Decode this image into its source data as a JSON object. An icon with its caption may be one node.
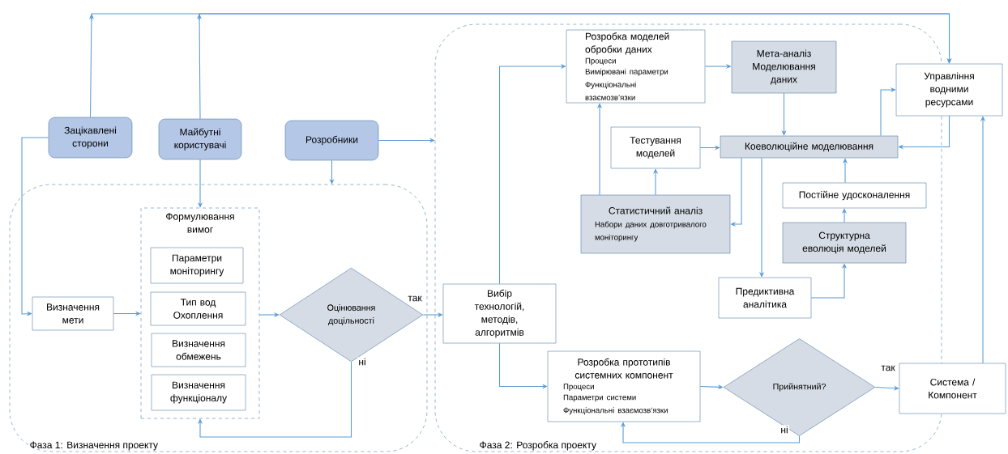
{
  "diagram": {
    "nodes": [
      {
        "text": [
          "Зацікавлені сторони"
        ]
      },
      {
        "text": [
          "Майбутні користувачі"
        ]
      },
      {
        "text": [
          "Розробники"
        ]
      },
      {
        "text": [
          "Фаза 1: Визначення проекту"
        ]
      },
      {
        "text": [
          "Визначення мети"
        ],
        "in": 3
      },
      {
        "text": [
          "Формулювання вимог"
        ],
        "in": 3
      },
      {
        "text": [
          "Параметри моніторингу"
        ],
        "in": 5
      },
      {
        "text": [
          "Тип вод Охоплення"
        ],
        "in": 5
      },
      {
        "text": [
          "Визначення обмежень"
        ],
        "in": 5
      },
      {
        "text": [
          "Визначення функціоналу"
        ],
        "in": 5
      },
      {
        "text": [
          "Оцінювання доцільності"
        ],
        "in": 3
      },
      {
        "text": [
          "Фаза 2: Розробка проекту"
        ]
      },
      {
        "text": [
          "Вибір технологій, методів, алгоритмів"
        ],
        "in": 11
      },
      {
        "text": [
          "Розробка моделей обробки даних",
          "Процеси",
          "Вимірювані параметри",
          "Функціональні взаємозв’язки"
        ],
        "in": 11
      },
      {
        "text": [
          "Мета-аналіз Моделювання даних"
        ],
        "in": 11
      },
      {
        "text": [
          "Управління водними ресурсами"
        ]
      },
      {
        "text": [
          "Тестування моделей"
        ],
        "in": 11
      },
      {
        "text": [
          "Коеволюційне моделювання"
        ],
        "in": 11
      },
      {
        "text": [
          "Статистичний аналіз",
          "Набори даних довготривалого моніторингу"
        ],
        "in": 11
      },
      {
        "text": [
          "Постійне удосконалення"
        ],
        "in": 11
      },
      {
        "text": [
          "Структурна еволюція  моделей"
        ],
        "in": 11
      },
      {
        "text": [
          "Предиктивна аналітика"
        ],
        "in": 11
      },
      {
        "text": [
          "Розробка прототипів системних компонент",
          "Процеси",
          "Параметри системи",
          "Функціональні взаємозв’язки"
        ],
        "in": 11
      },
      {
        "text": [
          "Прийнятний?"
        ],
        "in": 11
      },
      {
        "text": [
          "Система / Компонент"
        ]
      }
    ],
    "edges": [
      {
        "from": 0,
        "to": 15,
        "arrow": "to"
      },
      {
        "from": 1,
        "to": 15,
        "arrow": "to"
      },
      {
        "from": 0,
        "to": 4,
        "arrow": "to"
      },
      {
        "from": 1,
        "to": 5,
        "arrow": "to"
      },
      {
        "from": 2,
        "to": 3,
        "arrow": "to"
      },
      {
        "from": 2,
        "to": 11,
        "arrow": "to"
      },
      {
        "from": 4,
        "to": 5,
        "arrow": "to"
      },
      {
        "from": 5,
        "to": 10,
        "arrow": "to"
      },
      {
        "from": 10,
        "to": 12,
        "arrow": "to",
        "label": "так"
      },
      {
        "from": 10,
        "to": 5,
        "arrow": "to",
        "label": "ні"
      },
      {
        "from": 12,
        "to": 13,
        "arrow": "to"
      },
      {
        "from": 12,
        "to": 22,
        "arrow": "to"
      },
      {
        "from": 13,
        "to": 14,
        "arrow": "to"
      },
      {
        "from": 14,
        "to": 17,
        "arrow": "to"
      },
      {
        "from": 16,
        "to": 17,
        "arrow": "to"
      },
      {
        "from": 18,
        "to": 13,
        "arrow": "to"
      },
      {
        "from": 18,
        "to": 16,
        "arrow": "to"
      },
      {
        "from": 17,
        "to": 18,
        "arrow": "to"
      },
      {
        "from": 17,
        "to": 21,
        "arrow": "to"
      },
      {
        "from": 21,
        "to": 20,
        "arrow": "to"
      },
      {
        "from": 20,
        "to": 19,
        "arrow": "to"
      },
      {
        "from": 19,
        "to": 17,
        "arrow": "to"
      },
      {
        "from": 17,
        "to": 15,
        "arrow": "to"
      },
      {
        "from": 15,
        "to": 17,
        "arrow": "to"
      },
      {
        "from": 22,
        "to": 23,
        "arrow": "to"
      },
      {
        "from": 23,
        "to": 24,
        "arrow": "to",
        "label": "так"
      },
      {
        "from": 23,
        "to": 22,
        "arrow": "to",
        "label": "ні"
      },
      {
        "from": 24,
        "to": 15,
        "arrow": "to"
      }
    ]
  }
}
